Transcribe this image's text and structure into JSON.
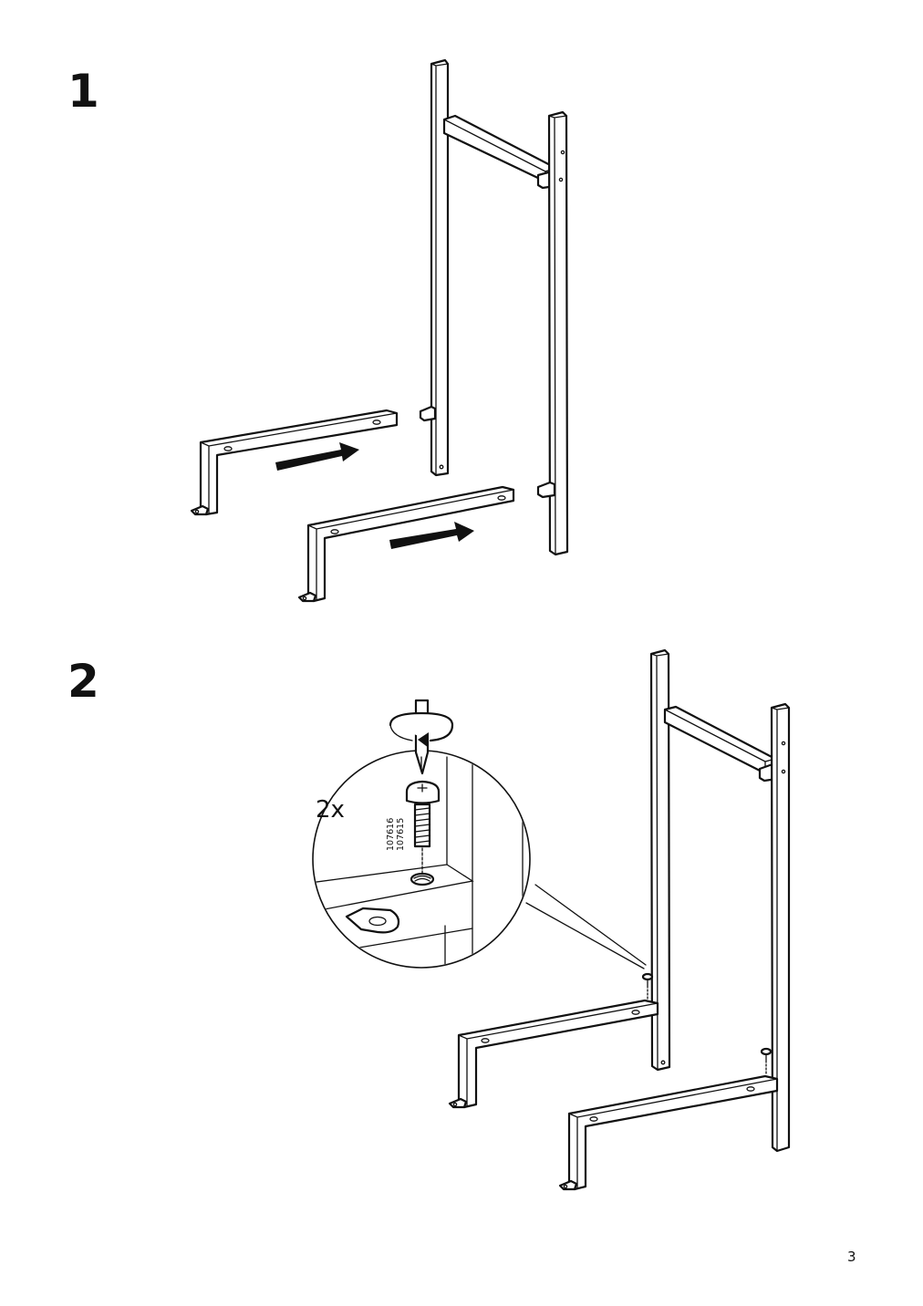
{
  "steps": [
    {
      "number": "1"
    },
    {
      "number": "2",
      "quantity": "2x",
      "part_numbers": [
        "107616",
        "107615"
      ]
    }
  ],
  "page_number": "3",
  "icons": [
    "arrow-right-icon",
    "screwdriver-rotate-icon",
    "screw-icon"
  ]
}
